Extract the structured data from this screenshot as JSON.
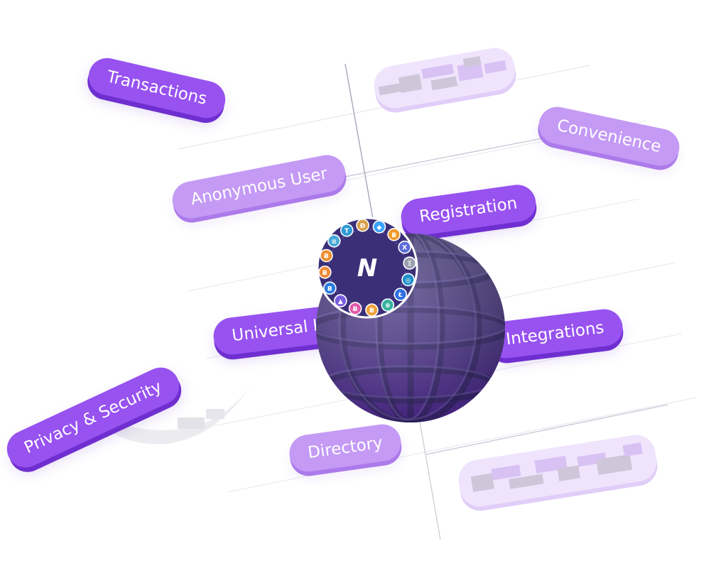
{
  "labels": {
    "transactions": "Transactions",
    "convenience": "Convenience",
    "anonymous_user": "Anonymous User",
    "registration": "Registration",
    "universal": "Universal L",
    "integrations": "Integrations",
    "privacy_security": "Privacy & Security",
    "directory": "Directory"
  },
  "logo": {
    "glyph": "N",
    "coin_glyphs": [
      "T",
      "Ɖ",
      "◆",
      "Ƀ",
      "X",
      "Ξ",
      "◎",
      "Ł",
      "⊕",
      "Ƀ",
      "Ƀ",
      "▲",
      "Ƀ",
      "Ƀ",
      "Ƀ",
      "≡"
    ]
  },
  "colors": {
    "pill": "#9752f0",
    "pill_shadow": "#6f2fd0",
    "pill_faded": "#bf92f5",
    "globe_top": "#574a91",
    "globe_bottom": "#5b2fa6",
    "badge_bg": "#3b2f78",
    "grid_line": "#d9d9e3"
  }
}
